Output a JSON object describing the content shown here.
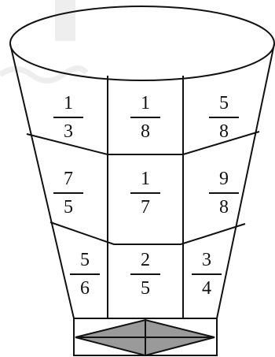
{
  "cells": [
    {
      "num": "1",
      "den": "3"
    },
    {
      "num": "1",
      "den": "8"
    },
    {
      "num": "5",
      "den": "8"
    },
    {
      "num": "7",
      "den": "5"
    },
    {
      "num": "1",
      "den": "7"
    },
    {
      "num": "9",
      "den": "8"
    },
    {
      "num": "5",
      "den": "6"
    },
    {
      "num": "2",
      "den": "5"
    },
    {
      "num": "3",
      "den": "4"
    }
  ],
  "colors": {
    "line": "#111111",
    "fill": "#9a9a9a",
    "watermark": "#c8c8c8"
  }
}
